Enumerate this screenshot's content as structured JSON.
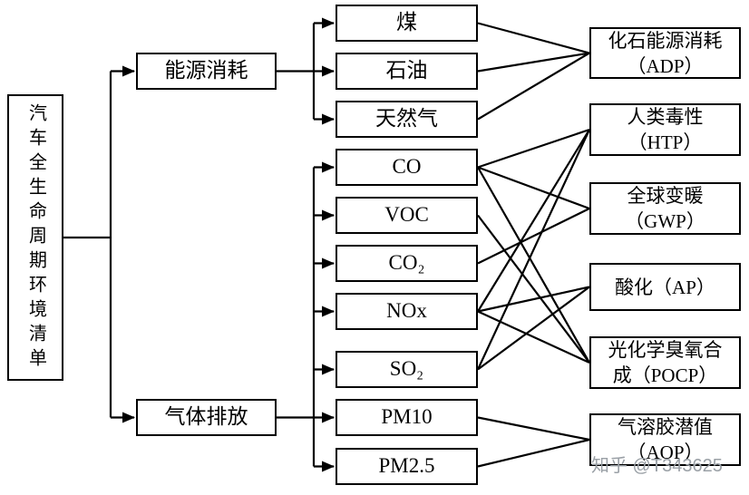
{
  "watermark": "知乎 @T343625",
  "nodes": {
    "root": {
      "label": "汽车全生命周期环境清单"
    },
    "energy": {
      "label": "能源消耗"
    },
    "emission": {
      "label": "气体排放"
    },
    "coal": {
      "label": "煤"
    },
    "oil": {
      "label": "石油"
    },
    "gas": {
      "label": "天然气"
    },
    "co": {
      "label": "CO"
    },
    "voc": {
      "label": "VOC"
    },
    "co2": {
      "label": "CO₂"
    },
    "nox": {
      "label": "NOx"
    },
    "so2": {
      "label": "SO₂"
    },
    "pm10": {
      "label": "PM10"
    },
    "pm25": {
      "label": "PM2.5"
    },
    "adp": {
      "label": "化石能源消耗\n（ADP）"
    },
    "htp": {
      "label": "人类毒性\n（HTP）"
    },
    "gwp": {
      "label": "全球变暖\n（GWP）"
    },
    "ap": {
      "label": "酸化（AP）"
    },
    "pocp": {
      "label": "光化学臭氧合\n成（POCP）"
    },
    "aop": {
      "label": "气溶胶潜值\n（AOP）"
    }
  },
  "tree": [
    {
      "parent": "root",
      "children": [
        "energy",
        "emission"
      ]
    },
    {
      "parent": "energy",
      "children": [
        "coal",
        "oil",
        "gas"
      ]
    },
    {
      "parent": "emission",
      "children": [
        "co",
        "voc",
        "co2",
        "nox",
        "so2",
        "pm10",
        "pm25"
      ]
    }
  ],
  "edges": [
    {
      "from": "coal",
      "to": "adp"
    },
    {
      "from": "oil",
      "to": "adp"
    },
    {
      "from": "gas",
      "to": "adp"
    },
    {
      "from": "co",
      "to": "htp"
    },
    {
      "from": "co",
      "to": "gwp"
    },
    {
      "from": "co",
      "to": "pocp"
    },
    {
      "from": "voc",
      "to": "pocp"
    },
    {
      "from": "co2",
      "to": "gwp"
    },
    {
      "from": "nox",
      "to": "htp"
    },
    {
      "from": "nox",
      "to": "ap"
    },
    {
      "from": "nox",
      "to": "pocp"
    },
    {
      "from": "so2",
      "to": "htp"
    },
    {
      "from": "so2",
      "to": "ap"
    },
    {
      "from": "pm10",
      "to": "aop"
    },
    {
      "from": "pm25",
      "to": "aop"
    }
  ],
  "colors": {
    "line": "#000000",
    "box_border": "#000000",
    "watermark": "#9aa0a6"
  }
}
